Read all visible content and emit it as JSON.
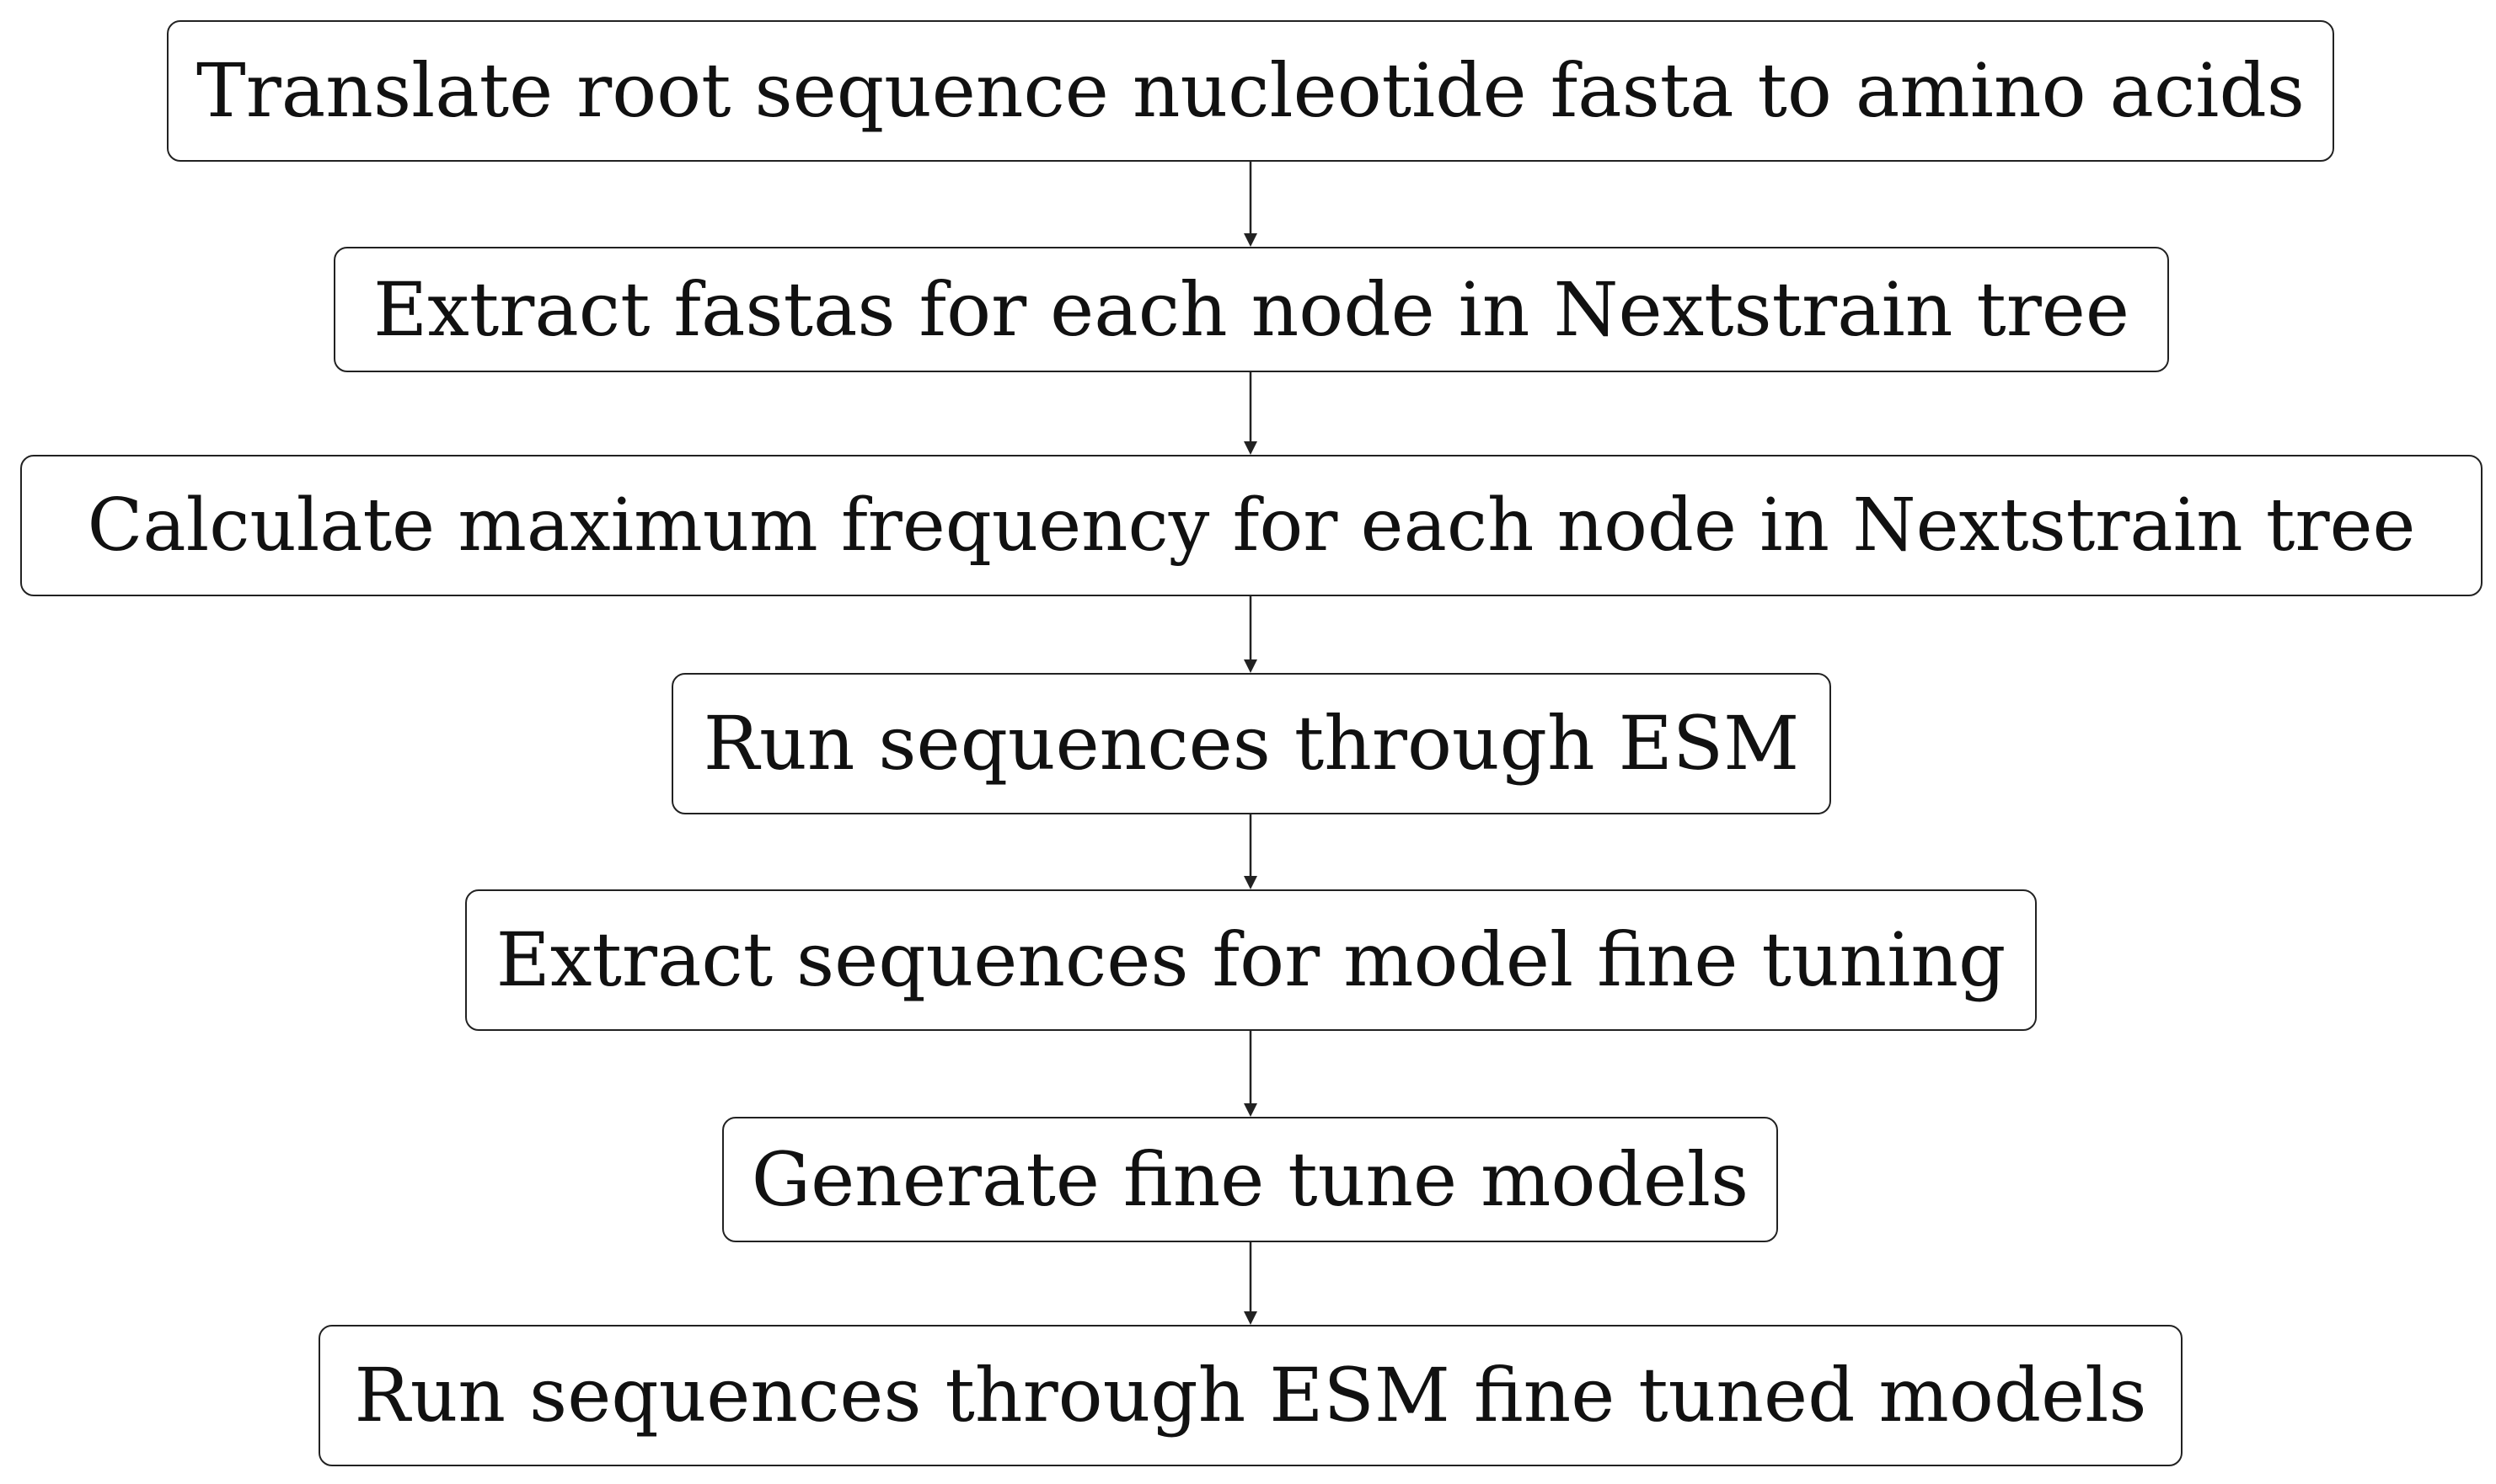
{
  "flowchart": {
    "steps": [
      {
        "label": "Translate root sequence nucleotide fasta to amino acids"
      },
      {
        "label": "Extract fastas for each node in Nextstrain tree"
      },
      {
        "label": "Calculate maximum frequency for each node in Nextstrain tree"
      },
      {
        "label": "Run sequences through ESM"
      },
      {
        "label": "Extract sequences for model fine tuning"
      },
      {
        "label": "Generate fine tune models"
      },
      {
        "label": "Run sequences through ESM fine tuned models"
      }
    ],
    "connections": [
      {
        "from": 1,
        "to": 2
      },
      {
        "from": 2,
        "to": 3
      },
      {
        "from": 3,
        "to": 4
      },
      {
        "from": 4,
        "to": 5
      },
      {
        "from": 5,
        "to": 6
      },
      {
        "from": 6,
        "to": 7
      }
    ]
  }
}
